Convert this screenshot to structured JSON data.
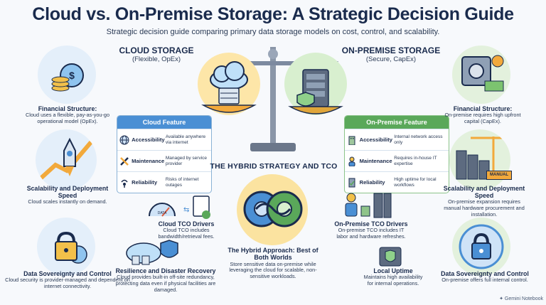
{
  "title": "Cloud vs. On-Premise Storage: A Strategic Decision Guide",
  "subtitle": "Strategic decision guide comparing primary data storage models on cost, control, and scalability.",
  "cloud": {
    "header": "CLOUD STORAGE",
    "header_sub": "(Flexible, OpEx)",
    "financial": {
      "title": "Financial Structure:",
      "desc": "Cloud uses a flexible, pay-as-you-go operational model (OpEx)."
    },
    "scalability": {
      "title": "Scalability and Deployment Speed",
      "desc": "Cloud scales instantly on demand."
    },
    "sovereignty": {
      "title": "Data Sovereignty and Control",
      "desc": "Cloud security is provider-managed and dependent on internet connectivity."
    },
    "table": {
      "header": "Cloud Feature",
      "rows": [
        {
          "key": "Accessibility",
          "value": "Available anywhere via internet"
        },
        {
          "key": "Maintenance",
          "value": "Managed by service provider"
        },
        {
          "key": "Reliability",
          "value": "Risks of internet outages"
        }
      ]
    },
    "tco": {
      "title": "Cloud TCO Drivers",
      "desc": "Cloud TCO includes bandwidth/retrieval fees.",
      "gauge_label": "DATA"
    },
    "resilience": {
      "title": "Resilience and Disaster Recovery",
      "desc": "Cloud provides built-in off-site redundancy, protecting data even if physical facilities are damaged."
    }
  },
  "onprem": {
    "header": "ON-PREMISE STORAGE",
    "header_sub": "(Secure, CapEx)",
    "financial": {
      "title": "Financial Structure:",
      "desc": "On-premise requires high upfront capital (CapEx)."
    },
    "scalability": {
      "title": "Scalability and Deployment Speed",
      "desc": "On-premise expansion requires manual hardware procurement and installation.",
      "sign": "MANUAL"
    },
    "sovereignty": {
      "title": "Data Sovereignty and Control",
      "desc": "On-premise offers full internal control."
    },
    "table": {
      "header": "On-Premise Feature",
      "rows": [
        {
          "key": "Accessibility",
          "value": "Internal network access only"
        },
        {
          "key": "Maintenance",
          "value": "Requires in-house IT expertise"
        },
        {
          "key": "Reliability",
          "value": "High uptime for local workflows"
        }
      ]
    },
    "tco": {
      "title": "On-Premise TCO Drivers",
      "desc": "On-premise TCO includes IT labor and hardware refreshes."
    },
    "uptime": {
      "title": "Local Uptime",
      "desc": "Maintains high availability for internal operations."
    }
  },
  "hybrid": {
    "banner": "THE HYBRID STRATEGY AND TCO",
    "title": "The Hybrid Approach: Best of Both Worlds",
    "desc": "Store sensitive data on-premise while leveraging the cloud for scalable, non-sensitive workloads."
  },
  "watermark": "Gemini Notebook",
  "colors": {
    "navy": "#1a2b4d",
    "cloud_blue": "#4a8fd4",
    "onprem_green": "#5aa85a",
    "gold": "#f2a93b"
  }
}
